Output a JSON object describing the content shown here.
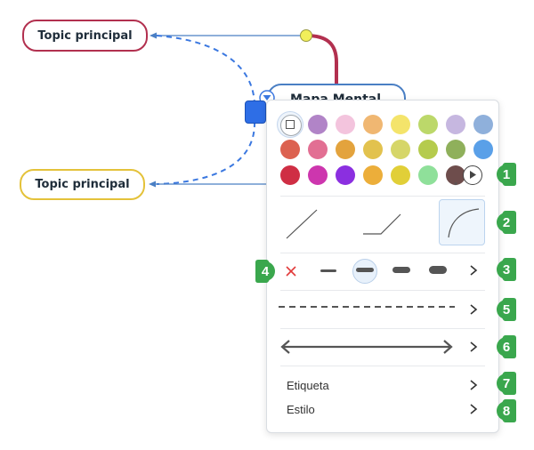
{
  "topics": {
    "topic_1": "Topic principal",
    "topic_2": "Topic principal",
    "central": "Mapa Mental"
  },
  "colors": {
    "swatches": [
      "#b184c7",
      "#f3c4dd",
      "#f0b772",
      "#f4e46b",
      "#bcd86a",
      "#c6b7e0",
      "#8fb0db",
      "#dc6250",
      "#e26f93",
      "#e3a33d",
      "#e2c24e",
      "#d6d668",
      "#b5cb4d",
      "#8fb05b",
      "#5aa0e8",
      "#cf2e44",
      "#cd36ae",
      "#8b2fe0",
      "#ecae3a",
      "#e1cf38",
      "#8fe09a",
      "#6e4d4c"
    ],
    "badge_green": "#3aa74d",
    "connector_blue": "#4a7fc4",
    "topic_1_border": "#b2304f",
    "topic_2_border": "#e4c23a"
  },
  "panel": {
    "line_shapes": [
      "straight",
      "elbow",
      "curved"
    ],
    "selected_shape": "curved",
    "weights": [
      "none",
      "thin",
      "medium",
      "thick",
      "extra-thick"
    ],
    "selected_weight": "medium",
    "menu_items": {
      "label": "Etiqueta",
      "style": "Estilo"
    },
    "more_colors_star": "*"
  },
  "badges": [
    "1",
    "2",
    "3",
    "4",
    "5",
    "6",
    "7",
    "8"
  ]
}
